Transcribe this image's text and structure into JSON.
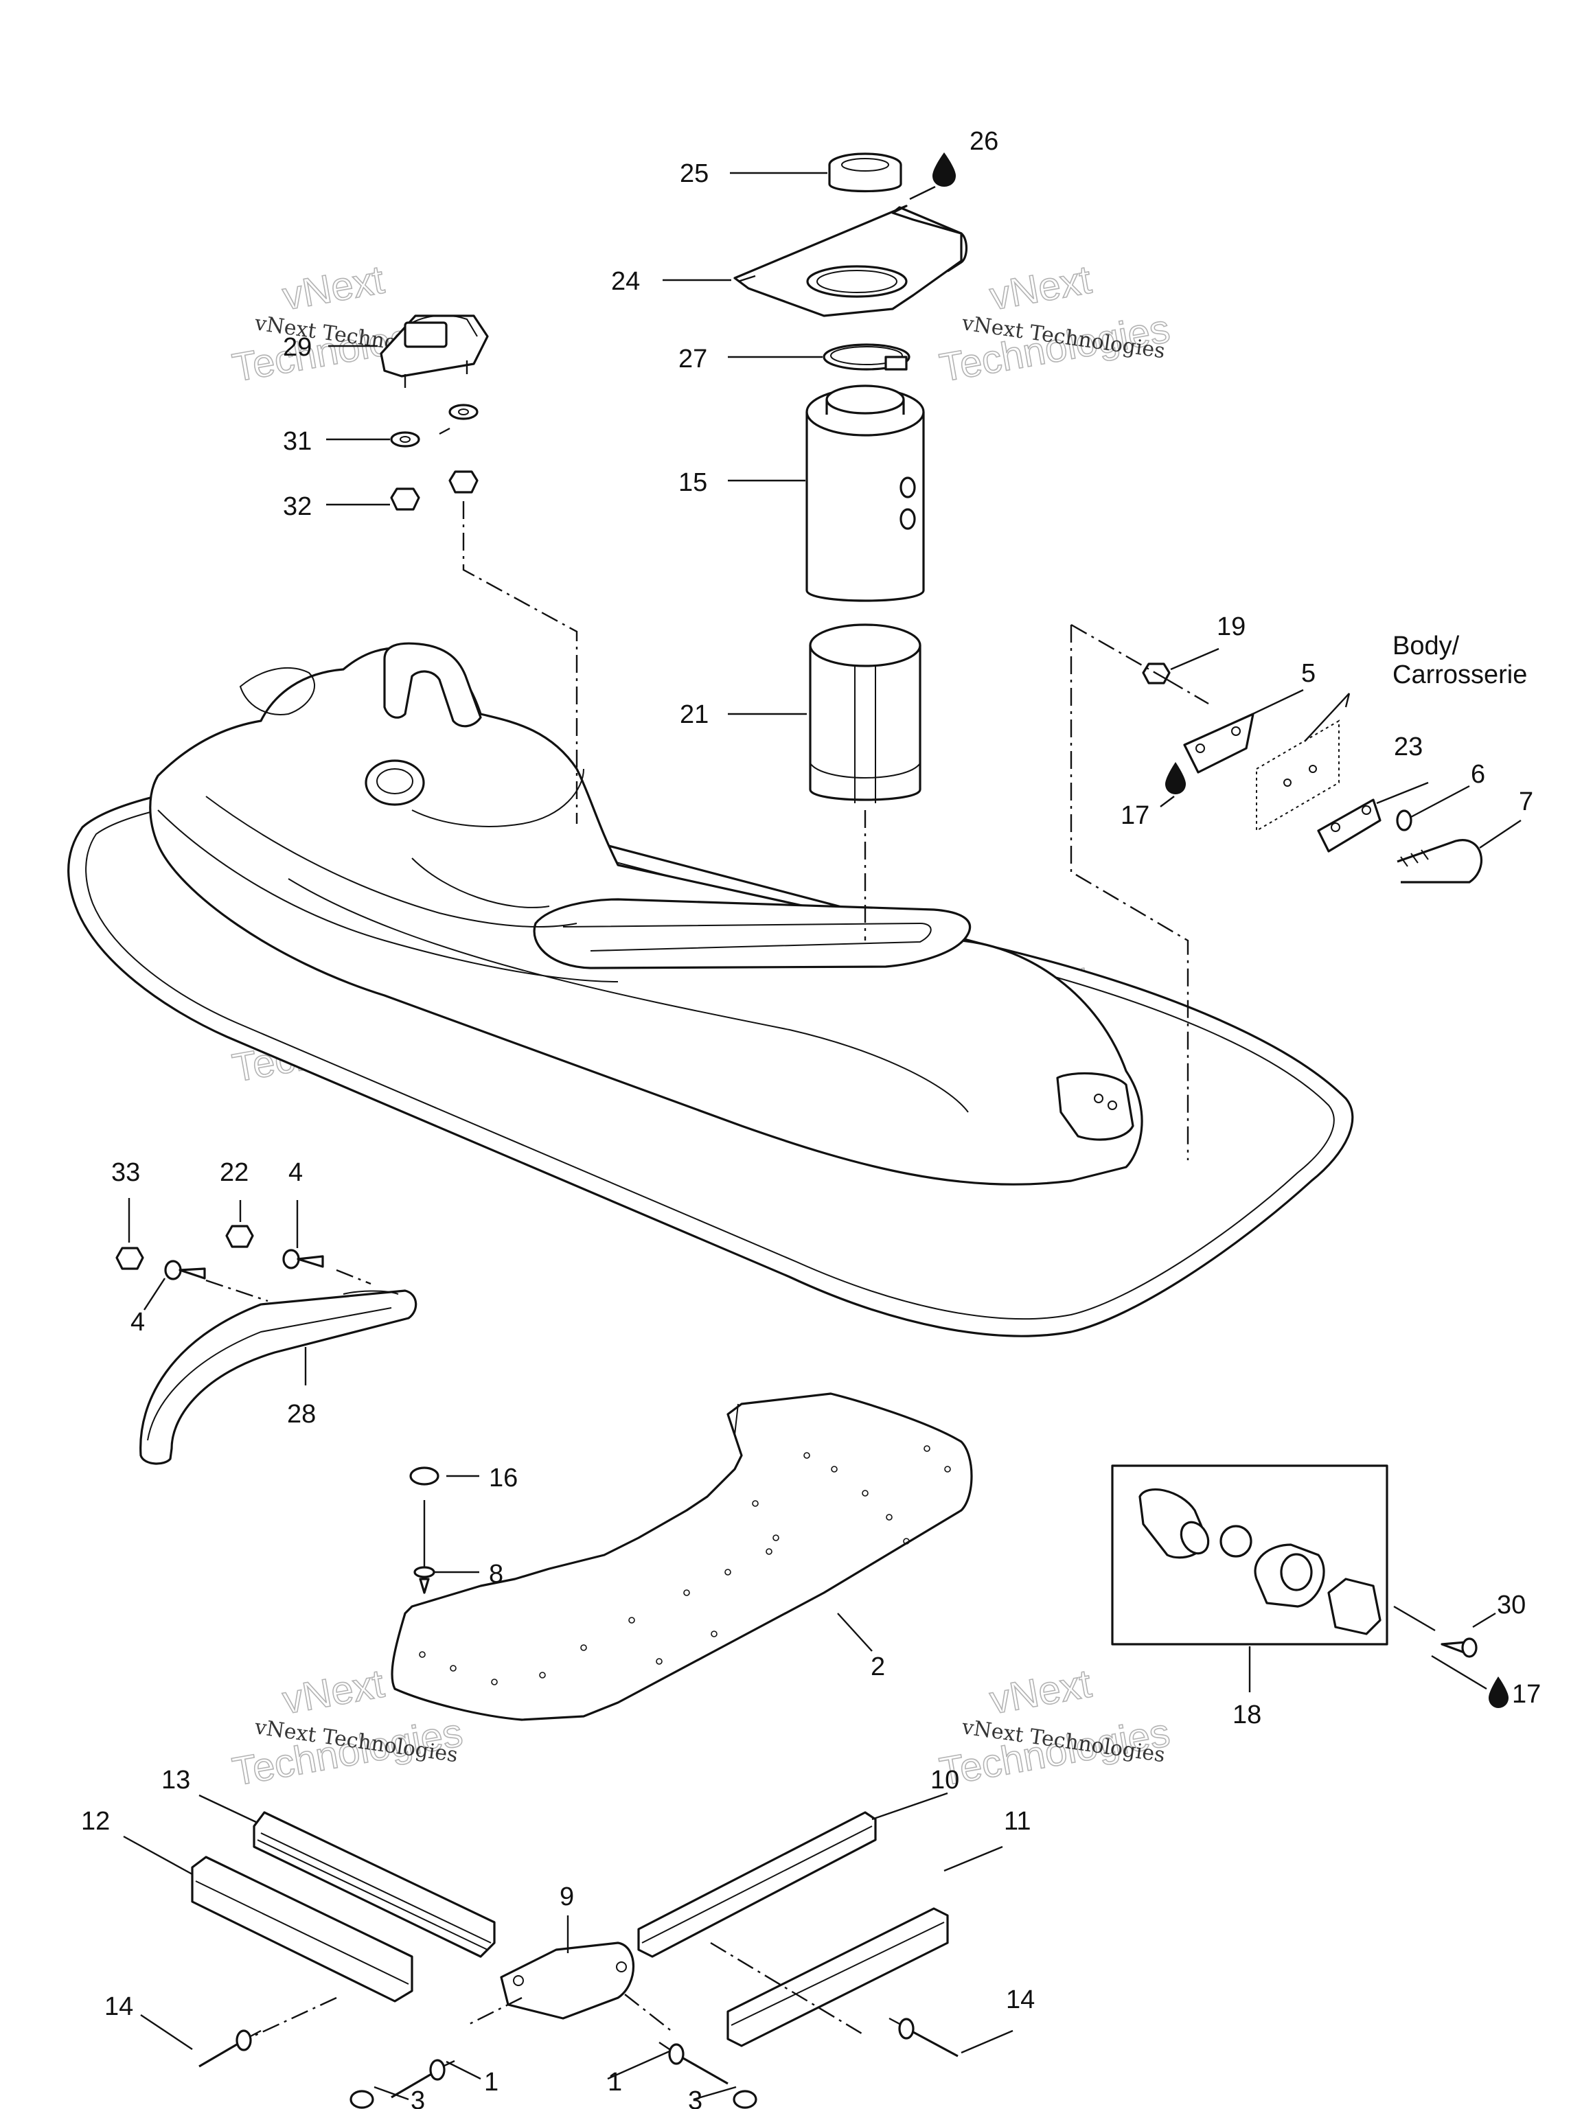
{
  "diagram": {
    "callouts": [
      {
        "id": "c25",
        "text": "25"
      },
      {
        "id": "c26",
        "text": "26"
      },
      {
        "id": "c24",
        "text": "24"
      },
      {
        "id": "c27",
        "text": "27"
      },
      {
        "id": "c15",
        "text": "15"
      },
      {
        "id": "c21",
        "text": "21"
      },
      {
        "id": "c29",
        "text": "29"
      },
      {
        "id": "c31",
        "text": "31"
      },
      {
        "id": "c32",
        "text": "32"
      },
      {
        "id": "c19",
        "text": "19"
      },
      {
        "id": "c5",
        "text": "5"
      },
      {
        "id": "c23",
        "text": "23"
      },
      {
        "id": "c6",
        "text": "6"
      },
      {
        "id": "c7",
        "text": "7"
      },
      {
        "id": "c17a",
        "text": "17"
      },
      {
        "id": "c33",
        "text": "33"
      },
      {
        "id": "c22",
        "text": "22"
      },
      {
        "id": "c4a",
        "text": "4"
      },
      {
        "id": "c4b",
        "text": "4"
      },
      {
        "id": "c28",
        "text": "28"
      },
      {
        "id": "c16",
        "text": "16"
      },
      {
        "id": "c8",
        "text": "8"
      },
      {
        "id": "c2",
        "text": "2"
      },
      {
        "id": "c30",
        "text": "30"
      },
      {
        "id": "c17b",
        "text": "17"
      },
      {
        "id": "c18",
        "text": "18"
      },
      {
        "id": "c13",
        "text": "13"
      },
      {
        "id": "c12",
        "text": "12"
      },
      {
        "id": "c10",
        "text": "10"
      },
      {
        "id": "c11",
        "text": "11"
      },
      {
        "id": "c9",
        "text": "9"
      },
      {
        "id": "c14a",
        "text": "14"
      },
      {
        "id": "c14b",
        "text": "14"
      },
      {
        "id": "c1a",
        "text": "1"
      },
      {
        "id": "c1b",
        "text": "1"
      },
      {
        "id": "c3a",
        "text": "3"
      },
      {
        "id": "c3b",
        "text": "3"
      }
    ],
    "body_note": [
      "Body/",
      "Carrosserie"
    ],
    "watermark": {
      "line1": "vNext Technologies",
      "line2a": "vNext",
      "line2b": "Technologies"
    }
  }
}
